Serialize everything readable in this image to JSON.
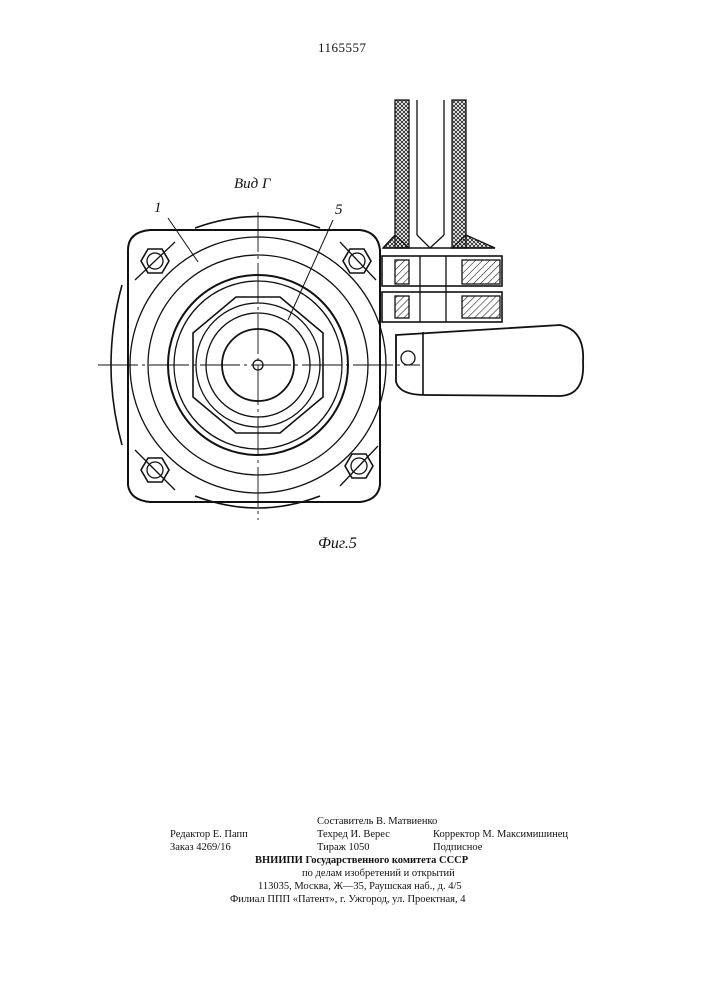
{
  "patent_number": "1165557",
  "drawing": {
    "view_label": "Вид Г",
    "part_labels": [
      "1",
      "5"
    ],
    "figure_caption": "Фиг.5"
  },
  "imprint": {
    "compiler": "Составитель В. Матвиенко",
    "editor": "Редактор Е. Папп",
    "techred": "Техред И. Верес",
    "corrector": "Корректор М. Максимишинец",
    "order": "Заказ 4269/16",
    "circulation": "Тираж 1050",
    "subscription": "Подписное",
    "org_line1": "ВНИИПИ Государственного комитета СССР",
    "org_line2": "по делам изобретений и открытий",
    "address": "113035, Москва, Ж—35, Раушская наб., д. 4/5",
    "branch": "Филиал ППП «Патент», г. Ужгород, ул. Проектная, 4"
  }
}
